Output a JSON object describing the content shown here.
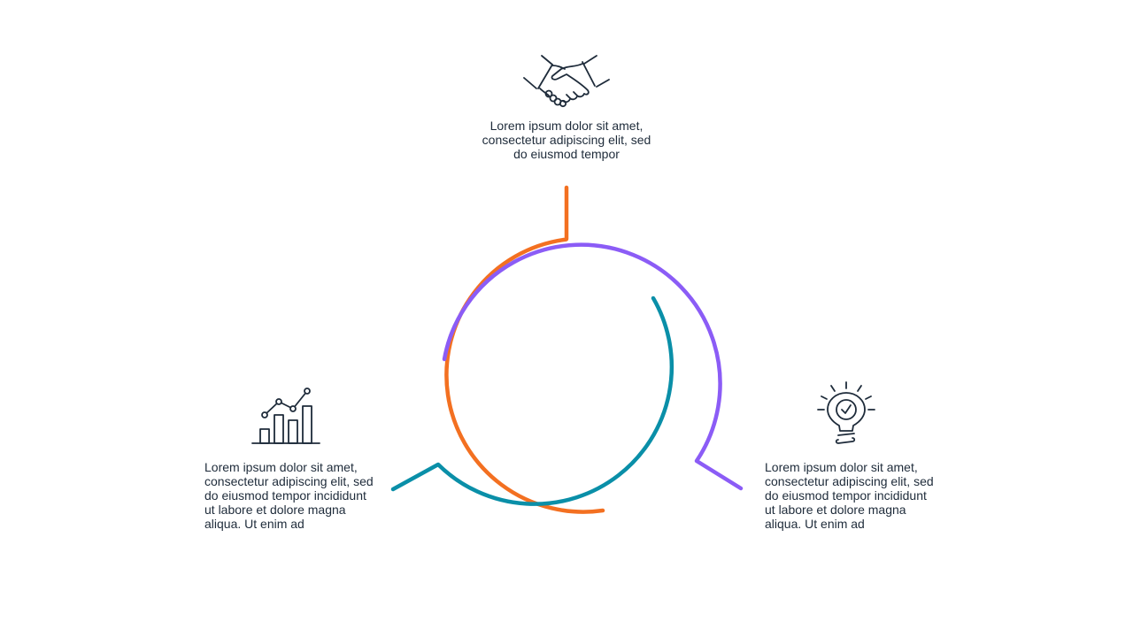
{
  "colors": {
    "orange": "#f37021",
    "purple": "#8b5cf6",
    "teal": "#0a8fa8",
    "icon": "#1e2b3a",
    "text": "#1e2b3a"
  },
  "items": [
    {
      "id": "top",
      "icon": "handshake-icon",
      "color": "#f37021",
      "lines": [
        "Lorem ipsum dolor sit amet,",
        "consectetur adipiscing elit, sed",
        "do eiusmod tempor"
      ]
    },
    {
      "id": "left",
      "icon": "bar-chart-icon",
      "color": "#0a8fa8",
      "lines": [
        "Lorem ipsum dolor sit amet,",
        "consectetur adipiscing elit, sed",
        "do eiusmod tempor incididunt",
        "ut labore et dolore magna",
        "aliqua. Ut enim ad"
      ]
    },
    {
      "id": "right",
      "icon": "lightbulb-icon",
      "color": "#8b5cf6",
      "lines": [
        "Lorem ipsum dolor sit amet,",
        "consectetur adipiscing elit, sed",
        "do eiusmod tempor incididunt",
        "ut labore et dolore magna",
        "aliqua. Ut enim ad"
      ]
    }
  ]
}
